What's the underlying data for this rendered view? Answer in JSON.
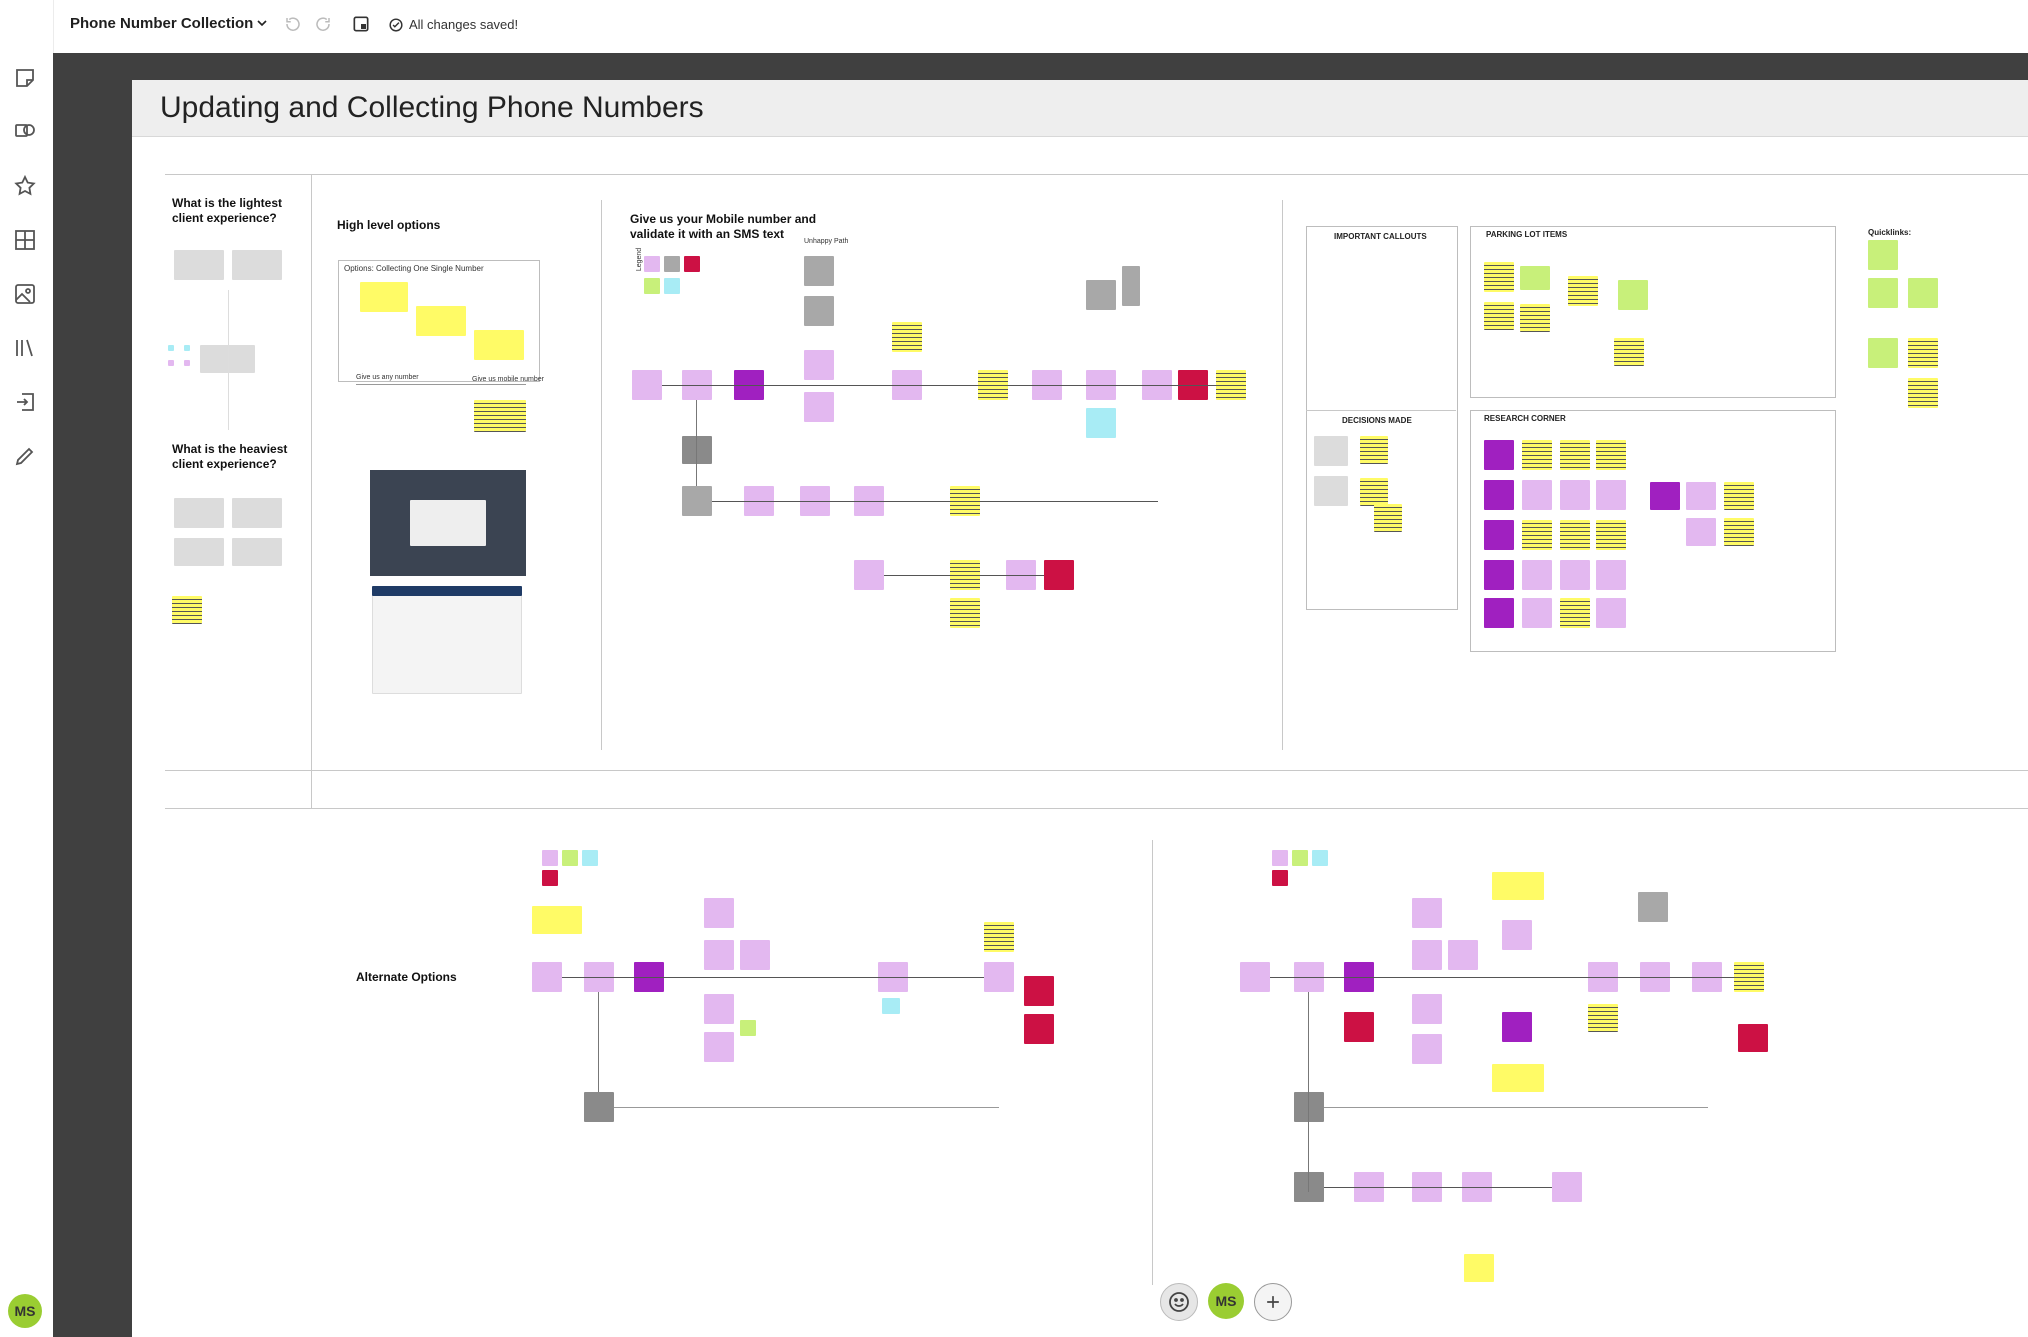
{
  "doc": {
    "title": "Phone Number Collection",
    "save_status": "All changes saved!"
  },
  "user": {
    "initials": "MS"
  },
  "board": {
    "title": "Updating and Collecting Phone Numbers",
    "sections": {
      "lightest": "What is the lightest client experience?",
      "heaviest": "What is the heaviest client experience?",
      "high_level": "High level options",
      "mobile": "Give us your Mobile number and validate it with an SMS text",
      "alternate": "Alternate Options",
      "callouts": "IMPORTANT CALLOUTS",
      "decisions": "DECISIONS MADE",
      "parking": "PARKING LOT ITEMS",
      "research": "RESEARCH CORNER",
      "quicklinks": "Quicklinks:"
    },
    "options_title": "Options: Collecting One Single Number",
    "give_any": "Give us any number",
    "give_mobile": "Give us mobile number",
    "unhappy": "Unhappy Path",
    "legend": "Legend"
  },
  "colors": {
    "accent": "#9acd32",
    "sticky_purple": "#e3b8f0",
    "sticky_red": "#cc1144",
    "sticky_yellow": "#fffb66"
  }
}
